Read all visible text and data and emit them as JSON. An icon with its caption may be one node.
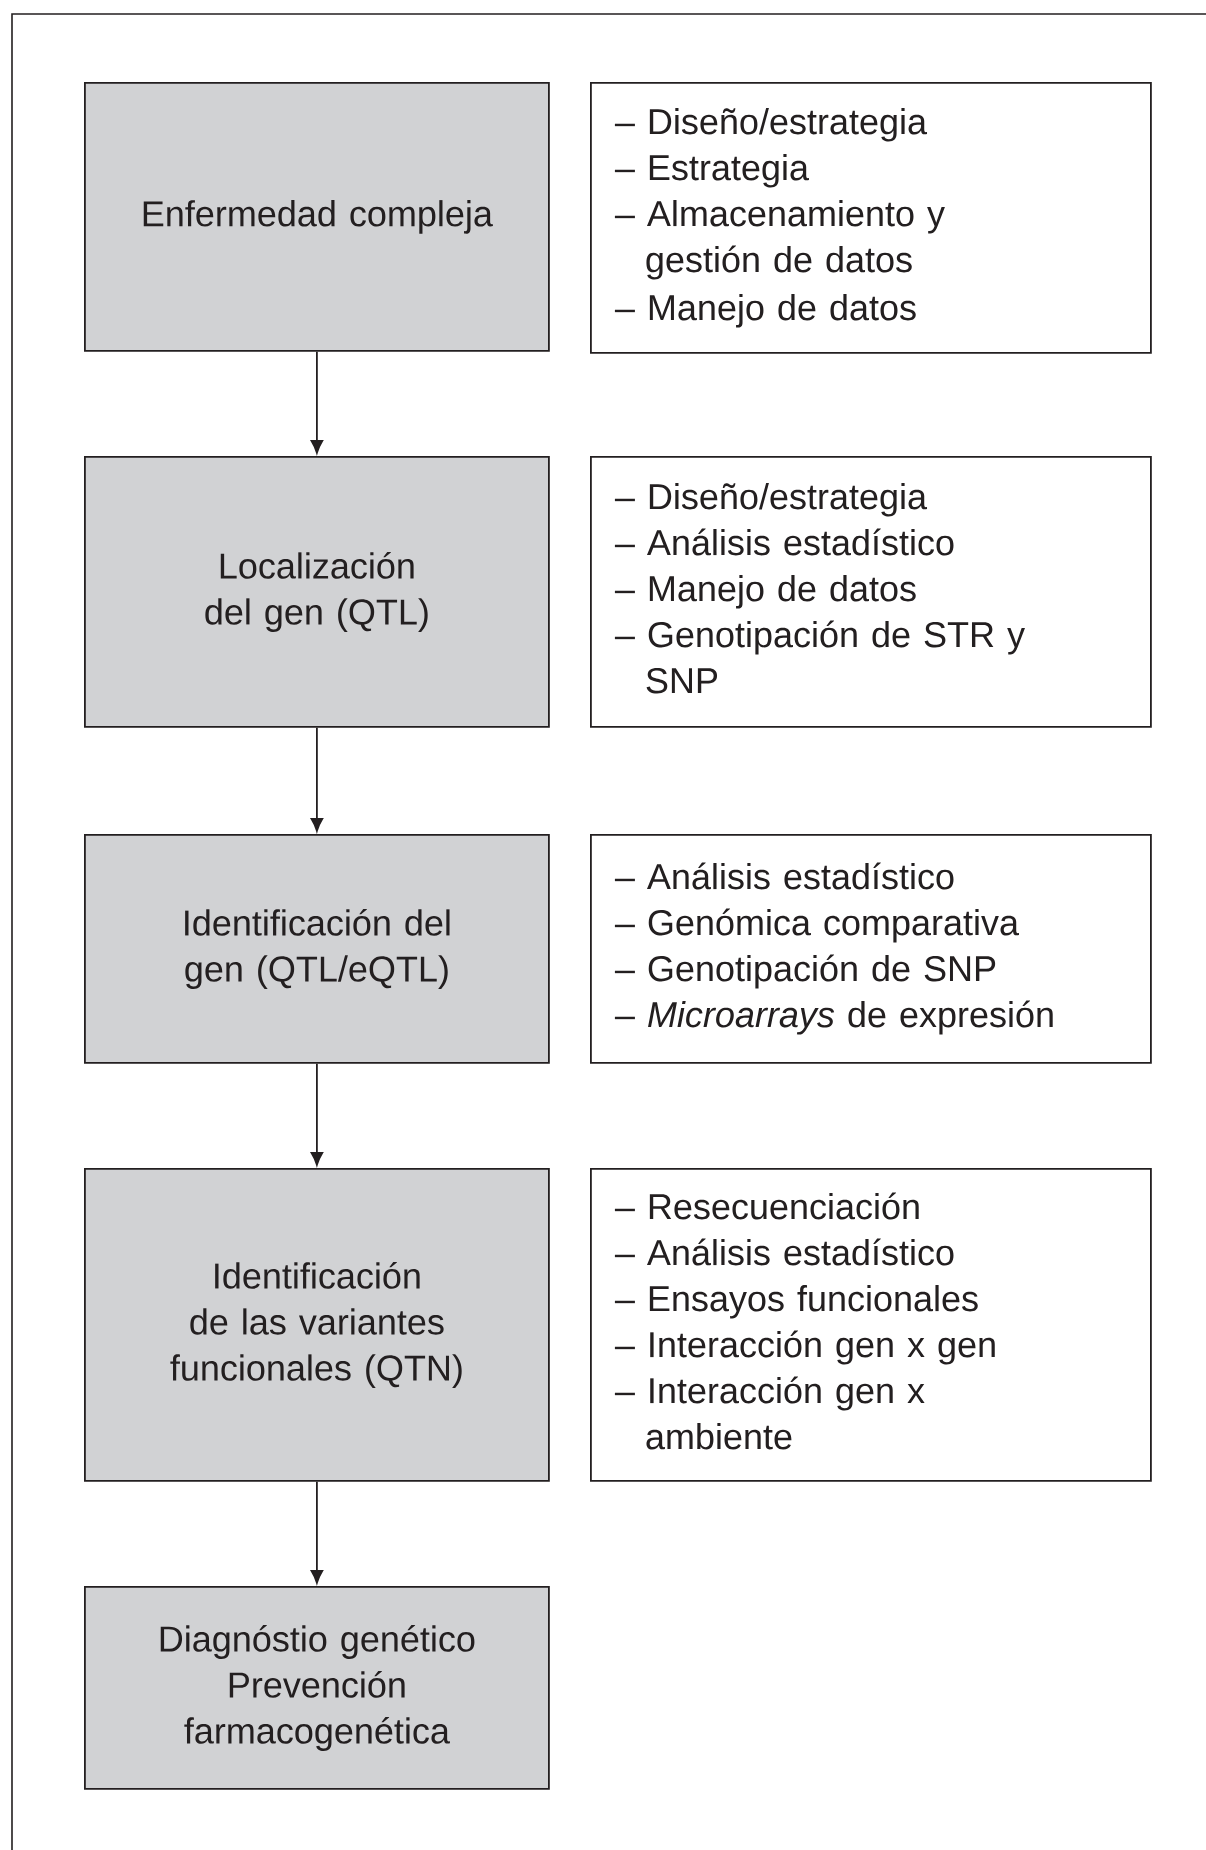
{
  "diagram": {
    "nodes": [
      {
        "text": [
          "Enfermedad compleja"
        ]
      },
      {
        "text": [
          "– Diseño/estrategia",
          "– Estrategia",
          "– Almacenamiento y gestión de datos",
          "– Manejo de datos"
        ]
      },
      {
        "text": [
          "Localización del gen (QTL)"
        ]
      },
      {
        "text": [
          "– Diseño/estrategia",
          "– Análisis estadístico",
          "– Manejo de datos",
          "– Genotipación de STR y SNP"
        ]
      },
      {
        "text": [
          "Identificación del gen (QTL/eQTL)"
        ]
      },
      {
        "text": [
          "– Análisis estadístico",
          "– Genómica comparativa",
          "– Genotipación de SNP",
          "– *Microarrays* de expresión"
        ]
      },
      {
        "text": [
          "Identificación de las variantes funcionales (QTN)"
        ]
      },
      {
        "text": [
          "– Resecuenciación",
          "– Análisis estadístico",
          "– Ensayos funcionales",
          "– Interacción gen x gen",
          "– Interacción gen x ambiente"
        ]
      },
      {
        "text": [
          "Diagnóstio genético",
          "Prevención farmacogenética"
        ]
      }
    ],
    "edges": [
      {
        "from": 0,
        "to": 2,
        "arrow": "to"
      },
      {
        "from": 2,
        "to": 4,
        "arrow": "to"
      },
      {
        "from": 4,
        "to": 6,
        "arrow": "to"
      },
      {
        "from": 6,
        "to": 8,
        "arrow": "to"
      }
    ]
  }
}
